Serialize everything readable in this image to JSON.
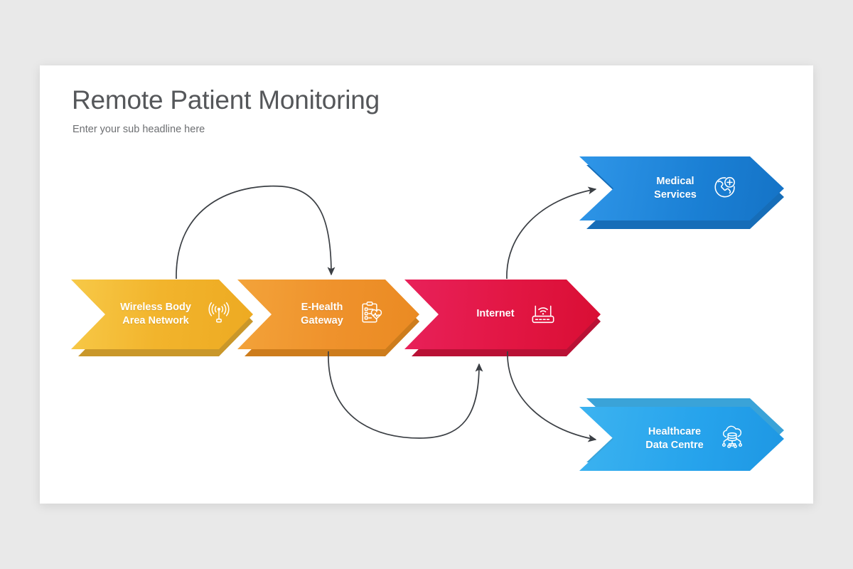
{
  "slide": {
    "title": "Remote Patient Monitoring",
    "subtitle": "Enter your sub headline here",
    "background_color": "#ffffff",
    "canvas_color": "#e9e9e9"
  },
  "diagram": {
    "type": "process-flow",
    "nodes": [
      {
        "id": "wireless-body-area-network",
        "label": "Wireless Body\nArea Network",
        "icon": "antenna-broadcast-icon",
        "color": "#f2b42c",
        "shadow_color": "#c9972a",
        "row": "main",
        "order": 1
      },
      {
        "id": "e-health-gateway",
        "label": "E-Health\nGateway",
        "icon": "clipboard-heart-icon",
        "color": "#ef922c",
        "shadow_color": "#cd7c1c",
        "row": "main",
        "order": 2
      },
      {
        "id": "internet",
        "label": "Internet",
        "icon": "wifi-router-icon",
        "color": "#e21643",
        "shadow_color": "#b91135",
        "row": "main",
        "order": 3
      },
      {
        "id": "medical-services",
        "label": "Medical\nServices",
        "icon": "phone-medical-cross-icon",
        "color": "#1a7fd4",
        "shadow_color": "#166db8",
        "row": "branch-top",
        "order": 4
      },
      {
        "id": "healthcare-data-centre",
        "label": "Healthcare\nData Centre",
        "icon": "cloud-database-network-icon",
        "color": "#26a3ec",
        "shadow_color": "#3aa3d8",
        "row": "branch-bottom",
        "order": 5
      }
    ],
    "connectors": [
      {
        "id": "wban-to-gateway",
        "from": "wireless-body-area-network",
        "to": "e-health-gateway",
        "style": "curved-arrow-over"
      },
      {
        "id": "gateway-to-internet",
        "from": "e-health-gateway",
        "to": "internet",
        "style": "curved-arrow-under"
      },
      {
        "id": "internet-to-medical",
        "from": "internet",
        "to": "medical-services",
        "style": "curved-arrow-up"
      },
      {
        "id": "internet-to-datacentre",
        "from": "internet",
        "to": "healthcare-data-centre",
        "style": "curved-arrow-down"
      }
    ],
    "connector_color": "#3b3f44"
  }
}
